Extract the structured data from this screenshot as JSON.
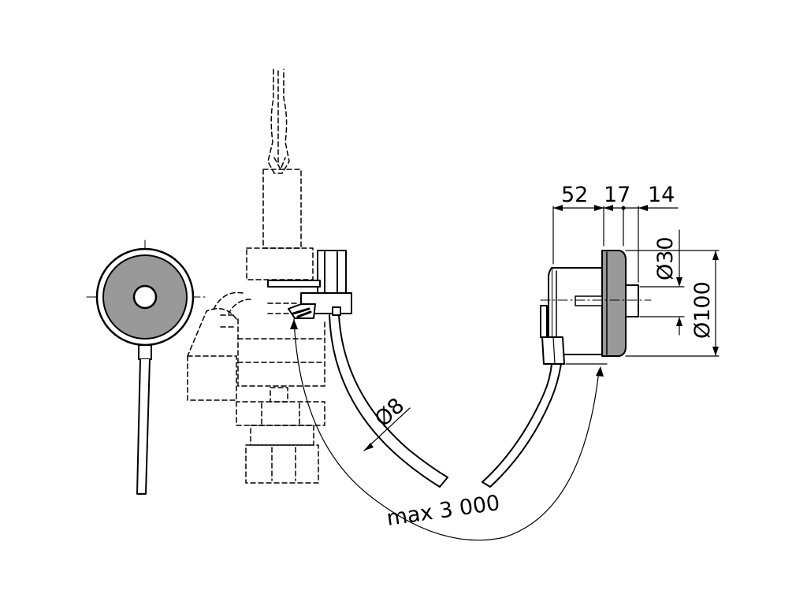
{
  "dimensions": {
    "d52": "52",
    "d17": "17",
    "d14": "14",
    "dia30": "Ø30",
    "dia100": "Ø100",
    "dia8": "Ø8",
    "max_length": "max 3 000"
  },
  "colors": {
    "line": "#000000",
    "fill_grey": "#999999",
    "fill_white": "#ffffff"
  }
}
